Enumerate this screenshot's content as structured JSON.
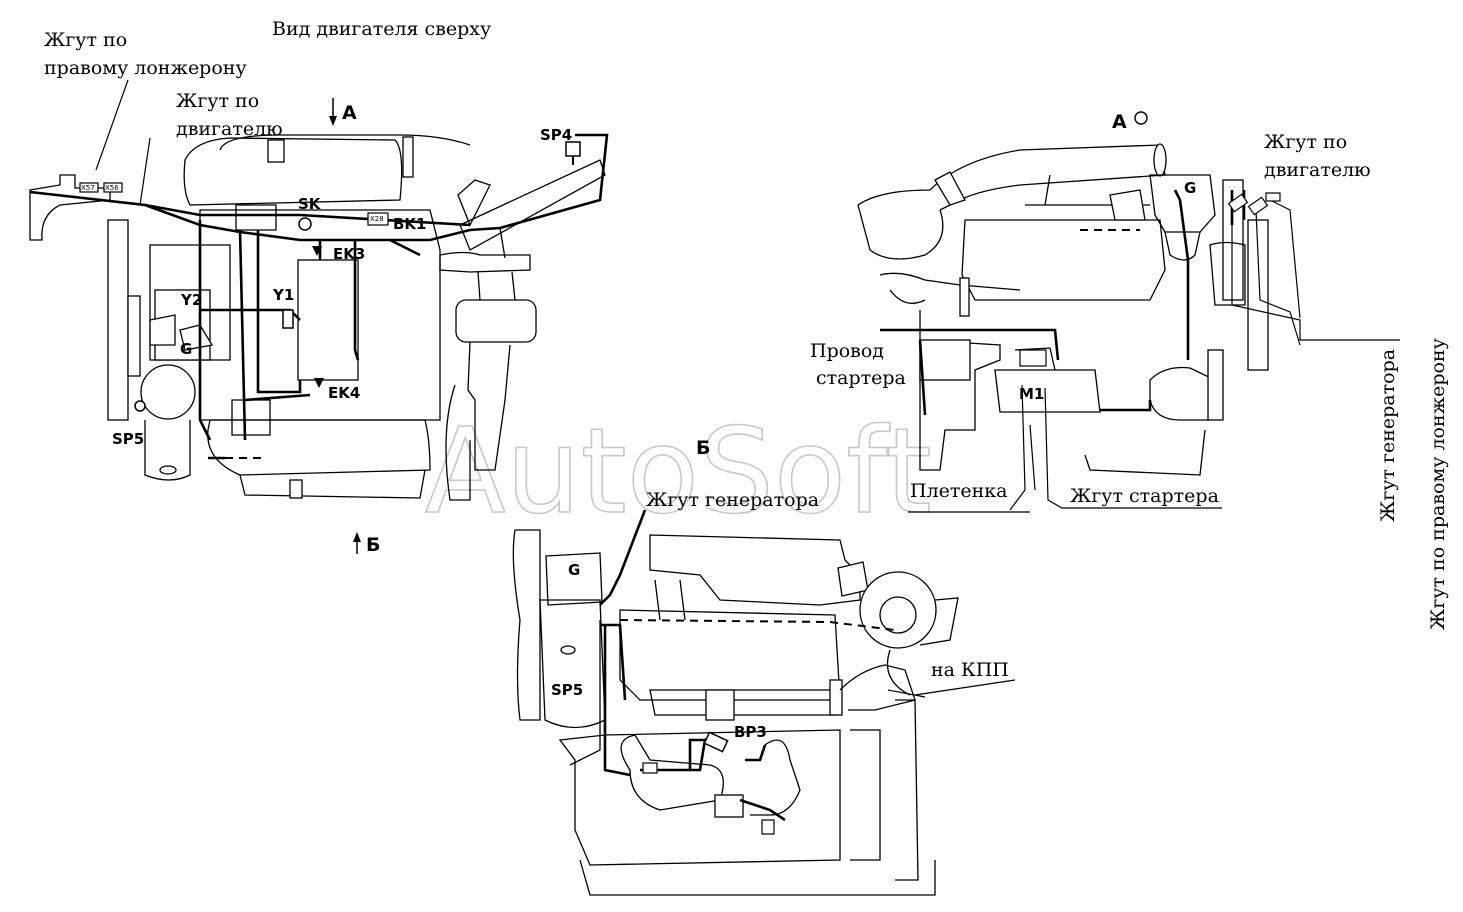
{
  "top_view": {
    "title": "Вид двигателя сверху",
    "harness_right_rail_line1": "Жгут по",
    "harness_right_rail_line2": "правому лонжерону",
    "harness_engine_line1": "Жгут по",
    "harness_engine_line2": "двигателю",
    "arrow_a": "А",
    "arrow_b": "Б",
    "components": {
      "sp4": "SP4",
      "sk": "SK",
      "bk1": "BK1",
      "ek3": "EK3",
      "y2": "Y2",
      "y1": "Y1",
      "g": "G",
      "ek4": "EK4",
      "sp5": "SP5"
    },
    "connectors": {
      "x57": "X57",
      "x56": "X56",
      "x28": "X28"
    }
  },
  "view_a": {
    "title": "А",
    "harness_engine_line1": "Жгут по",
    "harness_engine_line2": "двигателю",
    "starter_wire_line1": "Провод",
    "starter_wire_line2": "стартера",
    "braid": "Плетенка",
    "starter_harness": "Жгут стартера",
    "generator_harness_vertical": "Жгут генератора",
    "right_rail_harness_vertical": "Жгут по правому лонжерону",
    "components": {
      "g": "G",
      "m1": "M1"
    }
  },
  "view_b": {
    "title": "Б",
    "generator_harness": "Жгут генератора",
    "to_gearbox": "на КПП",
    "components": {
      "g": "G",
      "sp5": "SP5",
      "bp3": "BP3"
    }
  },
  "watermark": "AutoSoft"
}
